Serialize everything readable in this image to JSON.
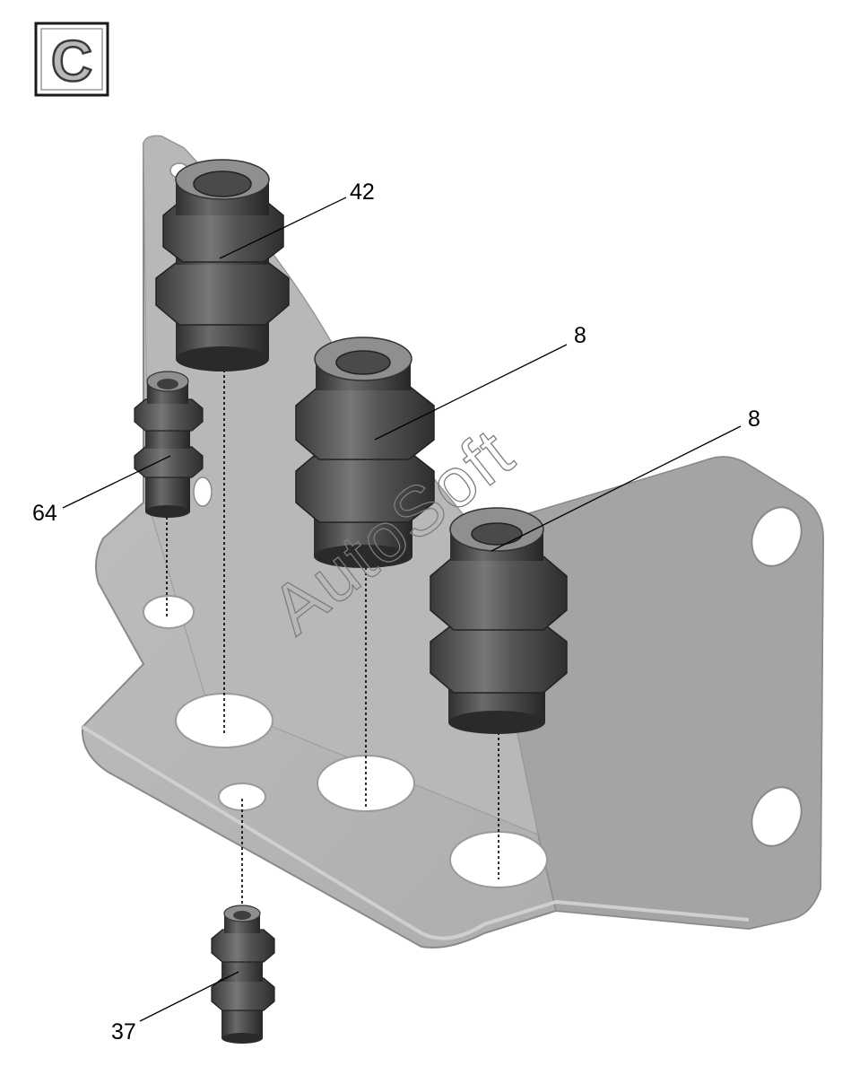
{
  "section_badge": {
    "letter": "C"
  },
  "watermark": "AutoSoft",
  "callouts": [
    {
      "id": "fitting-42",
      "label": "42"
    },
    {
      "id": "fitting-8a",
      "label": "8"
    },
    {
      "id": "fitting-8b",
      "label": "8"
    },
    {
      "id": "fitting-64",
      "label": "64"
    },
    {
      "id": "fitting-37",
      "label": "37"
    }
  ],
  "colors": {
    "bracket": "#b3b3b3",
    "bracket_edge": "#8a8a8a",
    "fitting_dark": "#3e3e3e",
    "fitting_mid": "#5e5e5e",
    "fitting_light": "#8e8e8e",
    "hole": "#ffffff"
  }
}
